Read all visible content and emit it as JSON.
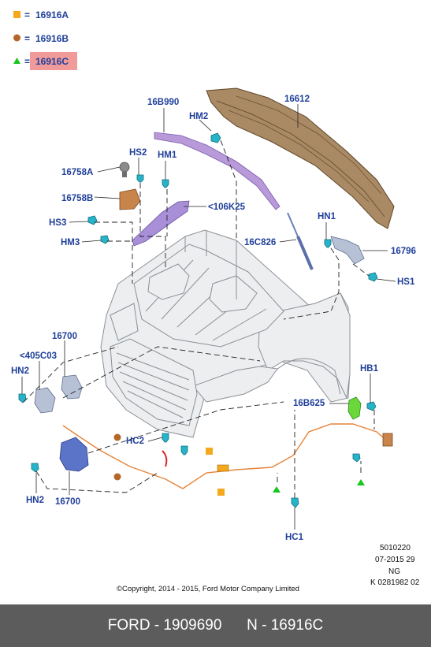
{
  "legend": [
    {
      "marker": "square",
      "color": "#f5a81c",
      "eq": "=",
      "code": "16916A"
    },
    {
      "marker": "circle",
      "color": "#b5672a",
      "eq": "=",
      "code": "16916B"
    },
    {
      "marker": "triangle",
      "color": "#17c61f",
      "eq": "=",
      "code": "16916C",
      "highlight": "#f19a9a"
    }
  ],
  "labels": {
    "l_16B990": "16B990",
    "l_16612": "16612",
    "l_HM2": "HM2",
    "l_HS2": "HS2",
    "l_HM1": "HM1",
    "l_16758A": "16758A",
    "l_16758B": "16758B",
    "l_106K25": "<106K25",
    "l_HS3": "HS3",
    "l_HM3": "HM3",
    "l_16C826": "16C826",
    "l_HN1": "HN1",
    "l_16796": "16796",
    "l_HS1": "HS1",
    "l_16700_top": "16700",
    "l_405C03": "<405C03",
    "l_HN2_top": "HN2",
    "l_HB1": "HB1",
    "l_16B625": "16B625",
    "l_HC2": "HC2",
    "l_HN2_bottom": "HN2",
    "l_16700_bottom": "16700",
    "l_HC1": "HC1"
  },
  "meta": {
    "line1": "5010220",
    "line2": "07-2015 29",
    "line3": "NG",
    "line4": "K 0281982 02"
  },
  "copyright": "©Copyright, 2014 - 2015, Ford Motor Company Limited",
  "footer": {
    "left": "FORD - 1909690",
    "right": "N - 16916C"
  },
  "colors": {
    "label_blue": "#1f3f9a",
    "hood_brown": "#8a6a45",
    "rod_purple": "#9b72c9",
    "cable_orange": "#e5843a",
    "clip_cyan": "#27b3c8",
    "footer_bg": "#5c5c5c"
  }
}
